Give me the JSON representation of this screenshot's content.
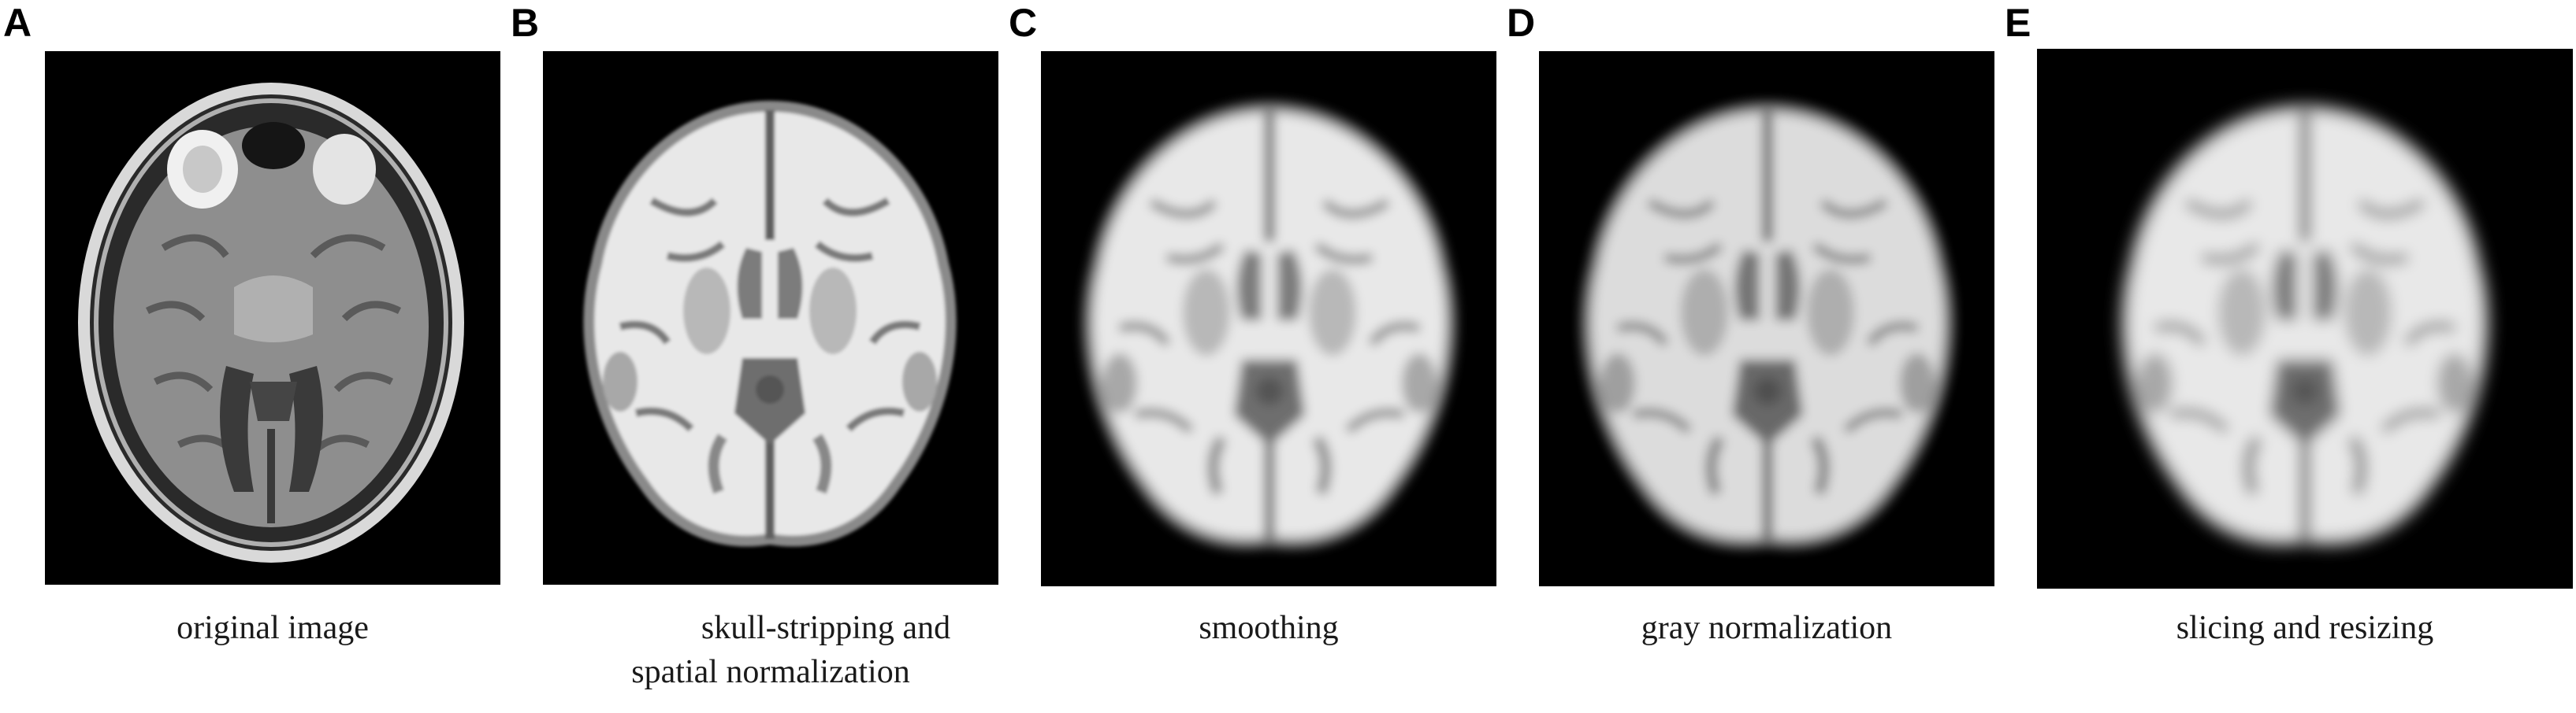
{
  "panels": [
    {
      "letter": "A",
      "caption_lines": [
        "original image"
      ],
      "image": "brain-mri-original"
    },
    {
      "letter": "B",
      "caption_lines": [
        "skull-stripping and",
        "spatial normalization"
      ],
      "image": "brain-mri-skull-stripped"
    },
    {
      "letter": "C",
      "caption_lines": [
        "smoothing"
      ],
      "image": "brain-mri-smoothed"
    },
    {
      "letter": "D",
      "caption_lines": [
        "gray normalization"
      ],
      "image": "brain-mri-gray-normalized"
    },
    {
      "letter": "E",
      "caption_lines": [
        "slicing and resizing"
      ],
      "image": "brain-mri-sliced-resized"
    }
  ]
}
